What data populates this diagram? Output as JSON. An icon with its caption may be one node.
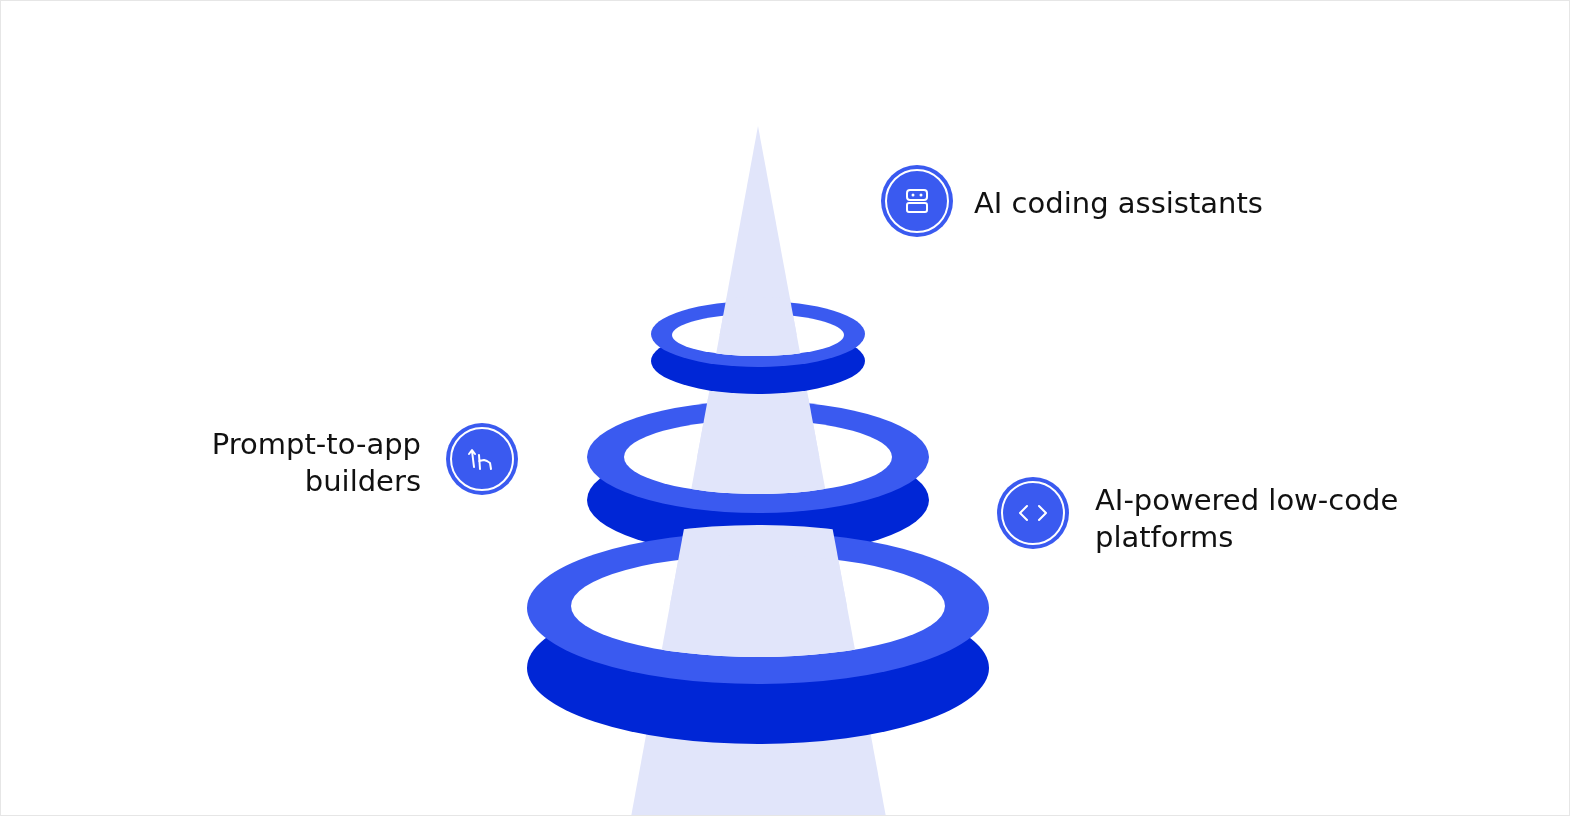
{
  "diagram": {
    "labels": [
      "AI coding assistants",
      "Prompt-to-app builders",
      "AI-powered low-code platforms"
    ]
  }
}
